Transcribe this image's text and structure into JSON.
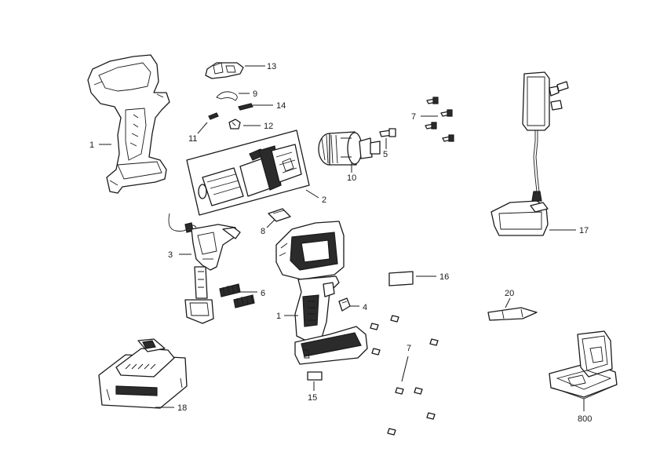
{
  "callouts": {
    "c1_housing_half": "1",
    "c1_assembled": "1",
    "c2": "2",
    "c3": "3",
    "c4": "4",
    "c5": "5",
    "c6": "6",
    "c7_chuck_screws": "7",
    "c7_housing_screws": "7",
    "c8": "8",
    "c9": "9",
    "c10": "10",
    "c11": "11",
    "c12": "12",
    "c13": "13",
    "c14": "14",
    "c15": "15",
    "c16": "16",
    "c17": "17",
    "c18": "18",
    "c20": "20",
    "c800": "800"
  }
}
